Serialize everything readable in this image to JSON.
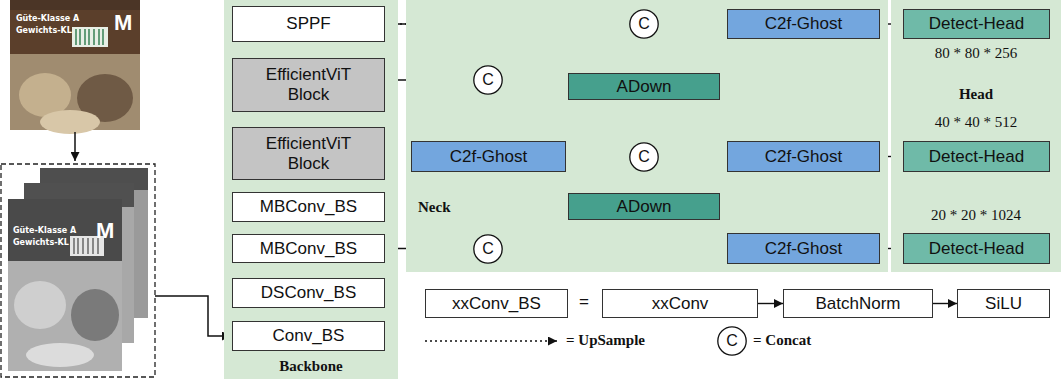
{
  "diagram": {
    "nodes": [
      {
        "text": [
          "Backbone"
        ]
      },
      {
        "text": [
          "SPPF"
        ],
        "in": 0
      },
      {
        "text": [
          "EfficientViT Block"
        ],
        "in": 0
      },
      {
        "text": [
          "EfficientViT Block"
        ],
        "in": 0
      },
      {
        "text": [
          "MBConv_BS"
        ],
        "in": 0
      },
      {
        "text": [
          "MBConv_BS"
        ],
        "in": 0
      },
      {
        "text": [
          "DSConv_BS"
        ],
        "in": 0
      },
      {
        "text": [
          "Conv_BS"
        ],
        "in": 0
      },
      {
        "text": [
          "Neck"
        ]
      },
      {
        "text": [
          "C"
        ],
        "in": 8
      },
      {
        "text": [
          "C2f-Ghost"
        ],
        "in": 8
      },
      {
        "text": [
          "C"
        ],
        "in": 8
      },
      {
        "text": [
          "ADown"
        ],
        "in": 8
      },
      {
        "text": [
          "C2f-Ghost"
        ],
        "in": 8
      },
      {
        "text": [
          "C"
        ],
        "in": 8
      },
      {
        "text": [
          "C2f-Ghost"
        ],
        "in": 8
      },
      {
        "text": [
          "ADown"
        ],
        "in": 8
      },
      {
        "text": [
          "C"
        ],
        "in": 8
      },
      {
        "text": [
          "C2f-Ghost"
        ],
        "in": 8
      },
      {
        "text": [
          "Head"
        ]
      },
      {
        "text": [
          "Detect-Head"
        ],
        "in": 19
      },
      {
        "text": [
          "Detect-Head"
        ],
        "in": 19
      },
      {
        "text": [
          "Detect-Head"
        ],
        "in": 19
      },
      {
        "text": [
          "xxConv_BS"
        ]
      },
      {
        "text": [
          "xxConv"
        ]
      },
      {
        "text": [
          "BatchNorm"
        ]
      },
      {
        "text": [
          "SiLU"
        ]
      },
      {
        "text": [
          "C"
        ]
      }
    ],
    "edges": [
      {
        "from": 7,
        "to": 6,
        "arrow": "to"
      },
      {
        "from": 6,
        "to": 5,
        "arrow": "to"
      },
      {
        "from": 5,
        "to": 4,
        "arrow": "to"
      },
      {
        "from": 4,
        "to": 3,
        "arrow": "to"
      },
      {
        "from": 3,
        "to": 2,
        "arrow": "to"
      },
      {
        "from": 2,
        "to": 1,
        "arrow": "to"
      },
      {
        "from": 1,
        "to": 9,
        "arrow": "to"
      },
      {
        "from": 1,
        "to": 11,
        "arrow": "to"
      },
      {
        "from": 3,
        "to": 11,
        "arrow": "to"
      },
      {
        "from": 11,
        "to": 13,
        "arrow": "to"
      },
      {
        "from": 5,
        "to": 17,
        "arrow": "to"
      },
      {
        "from": 13,
        "to": 17,
        "arrow": "to"
      },
      {
        "from": 13,
        "to": 14,
        "arrow": "to"
      },
      {
        "from": 9,
        "to": 10,
        "arrow": "to"
      },
      {
        "from": 12,
        "to": 9,
        "arrow": "to"
      },
      {
        "from": 15,
        "to": 12,
        "arrow": "to"
      },
      {
        "from": 14,
        "to": 15,
        "arrow": "to"
      },
      {
        "from": 16,
        "to": 14,
        "arrow": "to"
      },
      {
        "from": 18,
        "to": 16,
        "arrow": "to"
      },
      {
        "from": 17,
        "to": 18,
        "arrow": "to"
      },
      {
        "from": 10,
        "to": 20,
        "arrow": "to"
      },
      {
        "from": 15,
        "to": 21,
        "arrow": "to"
      },
      {
        "from": 18,
        "to": 22,
        "arrow": "to"
      },
      {
        "from": 24,
        "to": 25,
        "arrow": "to"
      },
      {
        "from": 25,
        "to": 26,
        "arrow": "to"
      }
    ],
    "labels": [
      "Güte-Klasse A",
      "Gewichts-KL",
      "M",
      "Güte-Klasse A",
      "Gewichts-KL",
      "M",
      "80 * 80 * 256",
      "40 * 40 * 512",
      "20 * 20 * 1024",
      "="
    ],
    "legend": [
      {
        "text": "= UpSample"
      },
      {
        "text": "= Concat"
      }
    ]
  }
}
